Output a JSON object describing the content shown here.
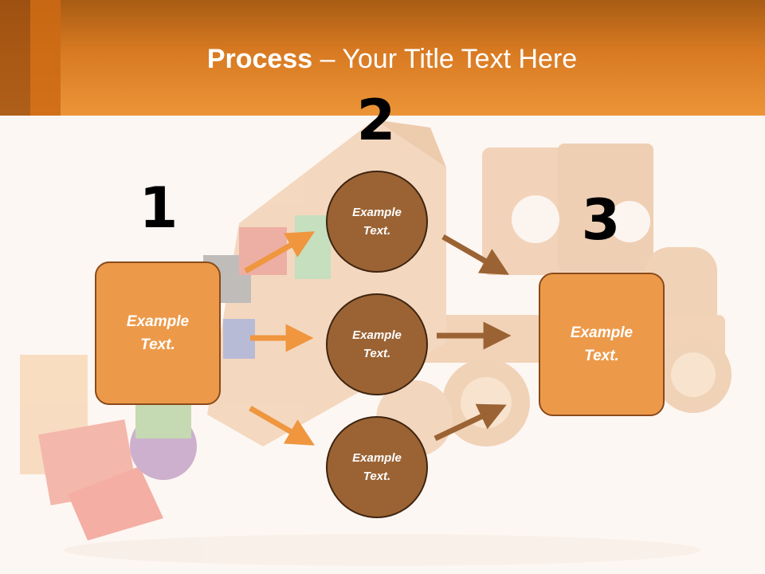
{
  "title": {
    "bold": "Process",
    "rest": " – Your Title Text Here"
  },
  "steps": {
    "one": "1",
    "two": "2",
    "three": "3"
  },
  "box_left": "Example\nText.",
  "box_right": "Example\nText.",
  "circles": [
    "Example\nText.",
    "Example\nText.",
    "Example\nText."
  ],
  "colors": {
    "accent": "#e8912f",
    "circle": "#9b6334",
    "box": "#ec9a4a",
    "arrow_light": "#ef963e",
    "arrow_dark": "#9b6334"
  },
  "background": "wooden toy truck and blocks (faded)"
}
